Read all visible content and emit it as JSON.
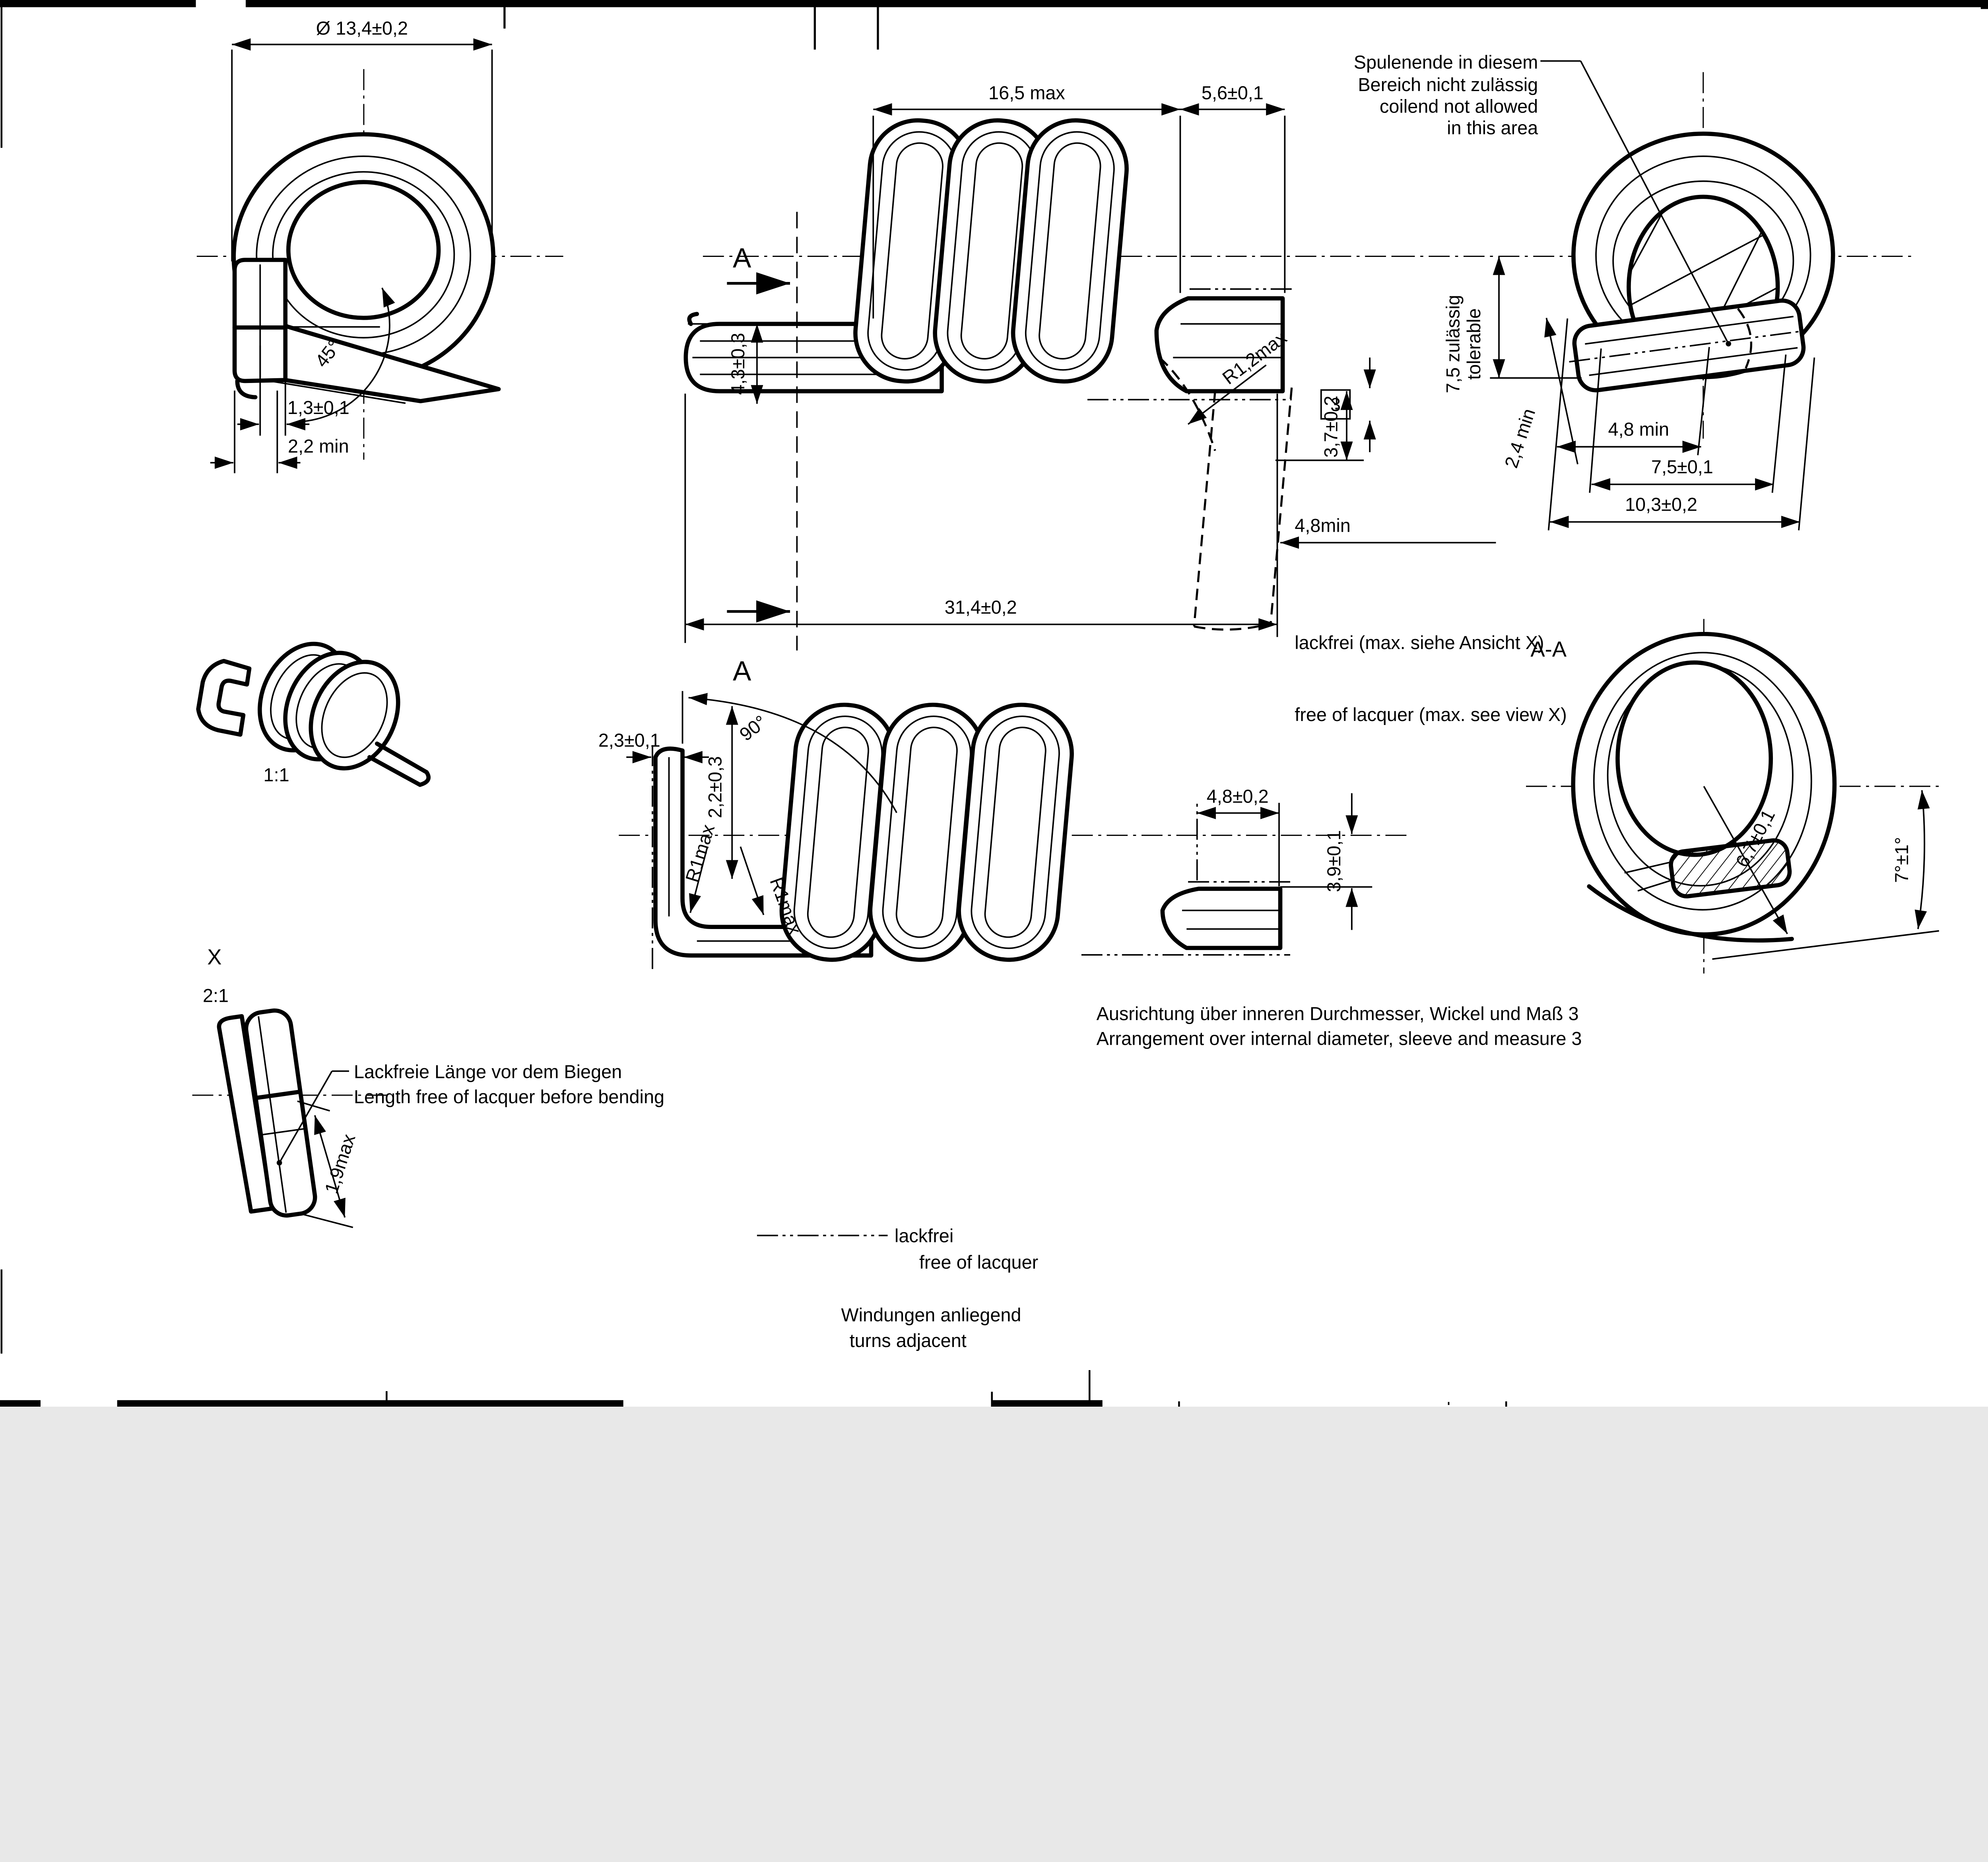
{
  "drawing": {
    "background": "#ffffff",
    "line_color": "#000000",
    "views": {
      "front_view": {
        "dims": {
          "diameter": "Ø 13,4±0,2",
          "angle": "45°",
          "wire_width": "1,3±0,1",
          "tip_width": "2,2 min"
        }
      },
      "side_view": {
        "section_label_top": "A",
        "section_label_bottom": "A",
        "dims": {
          "coil_length": "16,5 max",
          "end_length": "5,6±0,1",
          "leg_offset": "4,3±0,3",
          "bend_radius": "R1,2max",
          "measure_box": "3",
          "leg_height": "3,7±0,2",
          "total_length": "31,4±0,2",
          "lacquer_free_min": "4,8min"
        },
        "notes": {
          "lacquer_de": "lackfrei (max. siehe Ansicht X)",
          "lacquer_en": "free of lacquer (max. see view X)"
        }
      },
      "end_view": {
        "note_lines": [
          "Spulenende in diesem",
          "Bereich nicht zulässig",
          "coilend not allowed",
          "in this area"
        ],
        "dims": {
          "tolerable_de": "7,5 zulässig",
          "tolerable_en": "tolerable",
          "clearance": "2,4 min",
          "end_min": "4,8 min",
          "sleeve_len": "7,5±0,1",
          "overall_len": "10,3±0,2"
        }
      },
      "iso_view": {
        "scale_label": "1:1"
      },
      "side_view_2": {
        "dims": {
          "tip_width": "2,3±0,1",
          "bend_angle": "90°",
          "gap": "2,2±0,3",
          "radius_1": "R1max",
          "radius_2": "R1max",
          "end_length": "4,8±0,2",
          "leg_height": "3,9±0,1"
        }
      },
      "section_view": {
        "title": "A-A",
        "dims": {
          "length": "6,7±0,1",
          "angle": "7°±1°"
        }
      },
      "detail_view": {
        "title": "X",
        "scale_label": "2:1",
        "note_de": "Lackfreie Länge vor dem Biegen",
        "note_en": "Length free of lacquer before bending",
        "dim": "1,9max"
      }
    },
    "notes": {
      "alignment_de": "Ausrichtung über inneren Durchmesser, Wickel und Maß 3",
      "alignment_en": "Arrangement over internal diameter, sleeve and measure 3"
    },
    "legend": {
      "lacquer_de": "lackfrei",
      "lacquer_en": "free of lacquer",
      "turns_de": "Windungen anliegend",
      "turns_en": "turns adjacent"
    }
  }
}
